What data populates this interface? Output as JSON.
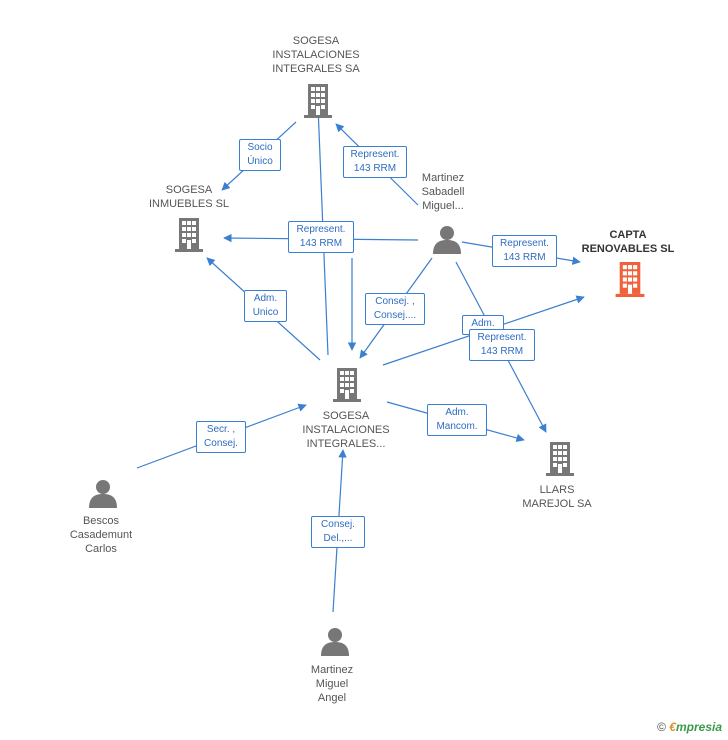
{
  "colors": {
    "edge": "#3a7fd0",
    "node": "#777777",
    "focus": "#f0603a"
  },
  "nodes": {
    "sogesa_top": {
      "label": "SOGESA\nINSTALACIONES\nINTEGRALES SA",
      "icon": "building-icon"
    },
    "sogesa_inm": {
      "label": "SOGESA\nINMUEBLES SL",
      "icon": "building-icon"
    },
    "martinez_sab": {
      "label": "Martinez\nSabadell\nMiguel...",
      "icon": "person-icon"
    },
    "capta": {
      "label": "CAPTA\nRENOVABLES SL",
      "icon": "building-icon"
    },
    "sogesa_mid": {
      "label": "SOGESA\nINSTALACIONES\nINTEGRALES...",
      "icon": "building-icon"
    },
    "llars": {
      "label": "LLARS\nMAREJOL SA",
      "icon": "building-icon"
    },
    "bescos": {
      "label": "Bescos\nCasademunt\nCarlos",
      "icon": "person-icon"
    },
    "martinez_ang": {
      "label": "Martinez\nMiguel\nAngel",
      "icon": "person-icon"
    }
  },
  "edges": {
    "socio_unico": "Socio\nÚnico",
    "represent_top": "Represent.\n143 RRM",
    "represent_inm": "Represent.\n143 RRM",
    "represent_capta": "Represent.\n143 RRM",
    "adm_unico": "Adm.\nUnico",
    "consej": "Consej. ,\nConsej....",
    "adm_partial": "Adm.",
    "represent_llars": "Represent.\n143 RRM",
    "adm_mancom": "Adm.\nMancom.",
    "secr_consej": "Secr. ,\nConsej.",
    "consej_del": "Consej.\nDel.,..."
  },
  "footer": {
    "copyright": "©",
    "brand_e": "€",
    "brand_rest": "mpresia"
  }
}
